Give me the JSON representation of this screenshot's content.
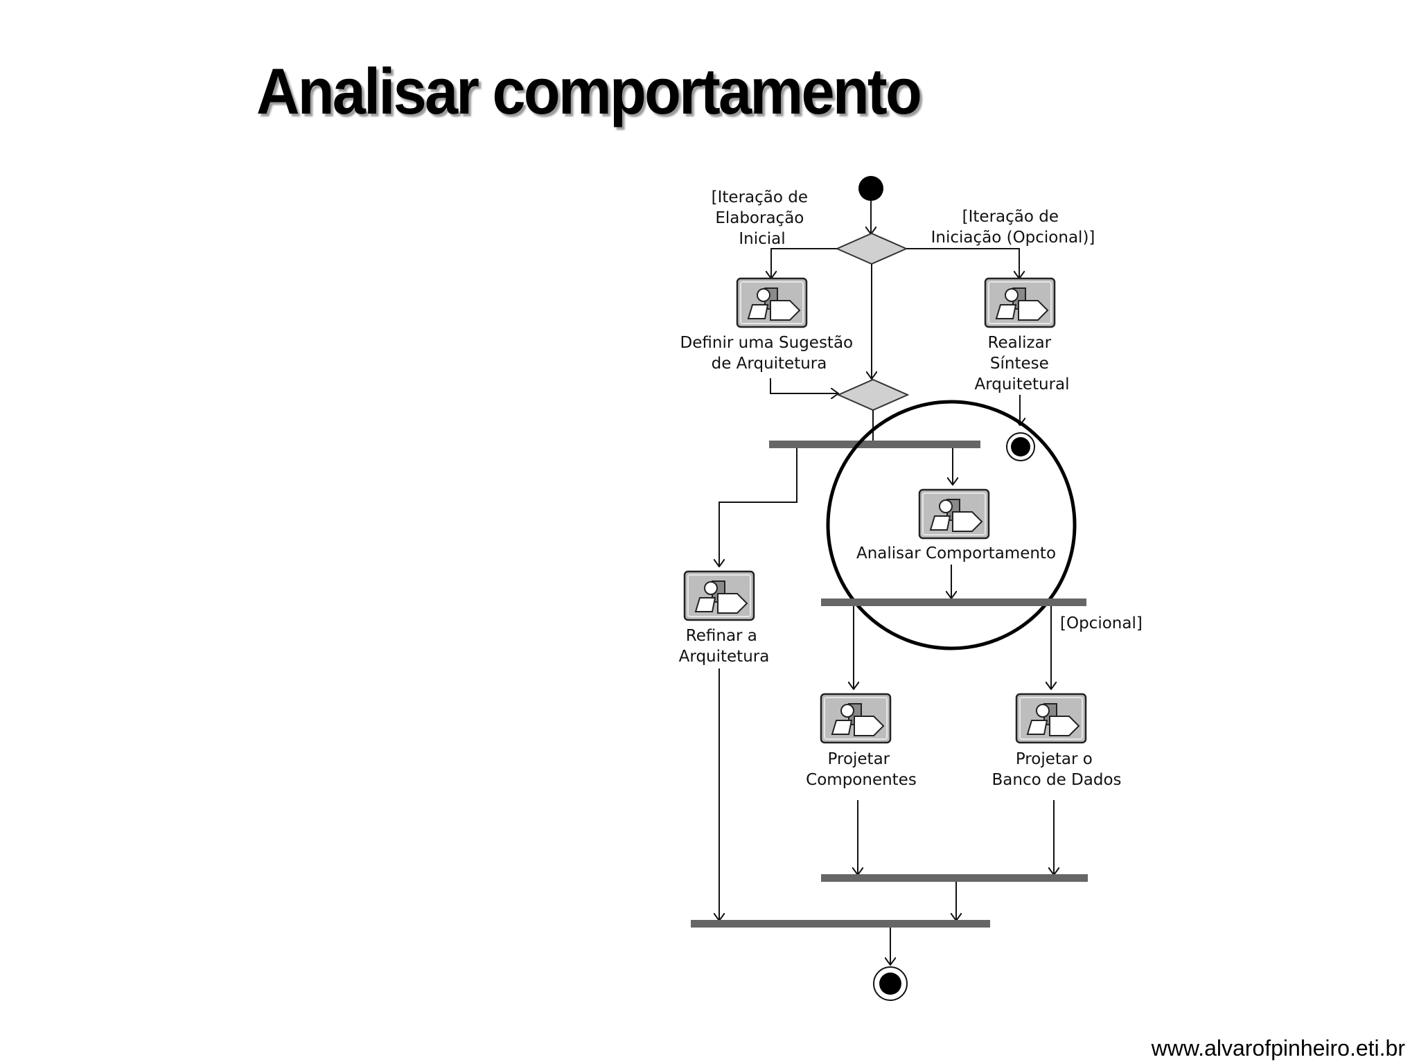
{
  "slide": {
    "title": "Analisar comportamento",
    "footer_url": "www.alvarofpinheiro.eti.br"
  },
  "diagram": {
    "guards": {
      "elaboration": [
        "[Iteração de",
        "Elaboração",
        "Inicial"
      ],
      "inception": [
        "[Iteração de",
        "Iniciação (Opcional)]"
      ],
      "optional": "[Opcional]"
    },
    "activities": {
      "define_architecture": [
        "Definir uma Sugestão",
        "de Arquitetura"
      ],
      "architectural_synthesis": [
        "Realizar",
        "Síntese",
        "Arquitetural"
      ],
      "analyze_behavior": [
        "Analisar Comportamento"
      ],
      "refine_architecture": [
        "Refinar a",
        "Arquitetura"
      ],
      "design_components": [
        "Projetar",
        "Componentes"
      ],
      "design_database": [
        "Projetar o",
        "Banco de Dados"
      ]
    }
  }
}
